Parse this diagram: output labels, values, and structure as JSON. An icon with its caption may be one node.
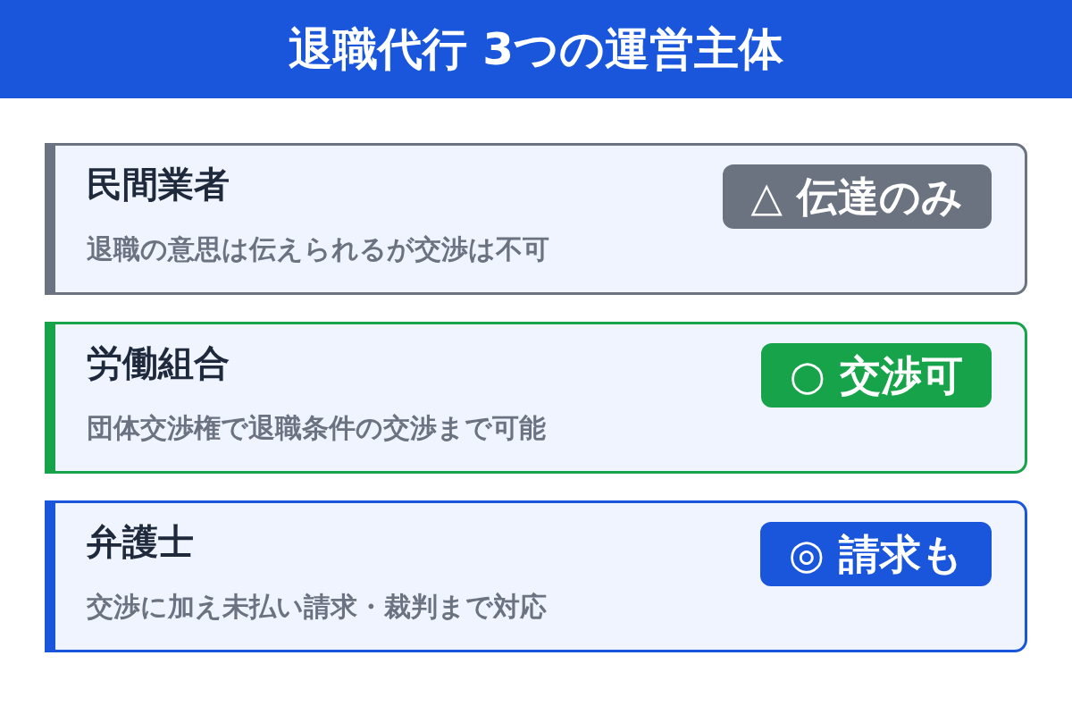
{
  "diagram": {
    "title": "退職代行 3つの運営主体",
    "nodes": [
      {
        "text": [
          "民間業者",
          "退職の意思は伝えられるが交渉は不可"
        ]
      },
      {
        "text": [
          "△ 伝達のみ"
        ],
        "in": 0
      },
      {
        "text": [
          "労働組合",
          "団体交渉権で退職条件の交渉まで可能"
        ]
      },
      {
        "text": [
          "○ 交渉可"
        ],
        "in": 2
      },
      {
        "text": [
          "弁護士",
          "交渉に加え未払い請求・裁判まで対応"
        ]
      },
      {
        "text": [
          "◎ 請求も"
        ],
        "in": 4
      }
    ]
  }
}
